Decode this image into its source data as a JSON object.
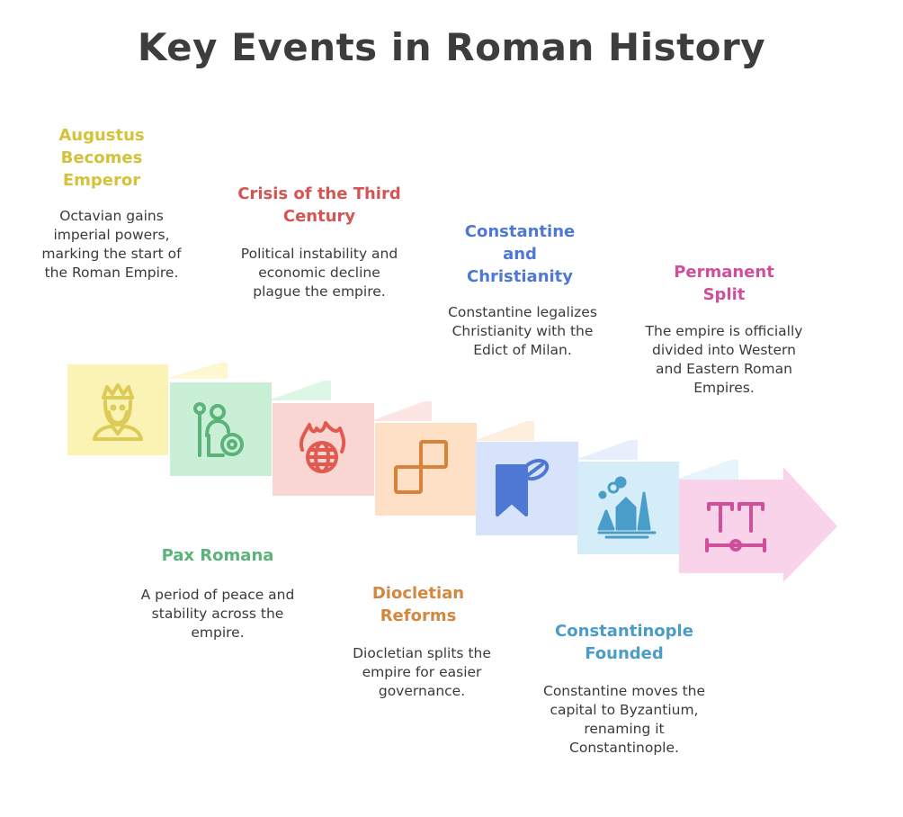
{
  "title": "Key Events in Roman History",
  "events": [
    {
      "label": "Augustus Becomes Emperor",
      "description": "Octavian gains imperial powers, marking the start of the Roman Empire.",
      "color": "#d4c23a",
      "fill": "#fbf3b4",
      "flap": "#fdf8d2",
      "icon": "emperor-icon",
      "icon_color": "#dccb56"
    },
    {
      "label": "Pax Romana",
      "description": "A period of peace and stability across the empire.",
      "color": "#5bb37a",
      "fill": "#c9f0d6",
      "flap": "#def6e5",
      "icon": "soldier-shield-icon",
      "icon_color": "#5bb37a"
    },
    {
      "label": "Crisis of the Third Century",
      "description": "Political instability and economic decline plague the empire.",
      "color": "#d65454",
      "fill": "#fad6d3",
      "flap": "#fce6e4",
      "icon": "burning-globe-icon",
      "icon_color": "#e05a50"
    },
    {
      "label": "Diocletian Reforms",
      "description": "Diocletian splits the empire for easier governance.",
      "color": "#d4873f",
      "fill": "#fde0c6",
      "flap": "#feeedd",
      "icon": "split-squares-icon",
      "icon_color": "#d9823a"
    },
    {
      "label": "Constantine and Christianity",
      "description": "Constantine legalizes Christianity with the Edict of Milan.",
      "color": "#4e78d3",
      "fill": "#d6e3fb",
      "flap": "#e7eefc",
      "icon": "bookmark-icon",
      "icon_color": "#4e78d3"
    },
    {
      "label": "Constantinople Founded",
      "description": "Constantine moves the capital to Byzantium, renaming it Constantinople.",
      "color": "#4a9cc9",
      "fill": "#d4edf8",
      "flap": "#e6f4fb",
      "icon": "city-icon",
      "icon_color": "#4a9cc9"
    },
    {
      "label": "Permanent Split",
      "description": "The empire is officially divided into Western and Eastern Roman Empires.",
      "color": "#cf4f9a",
      "fill": "#f8d3ea",
      "flap": "#fbe4f1",
      "icon": "split-text-icon",
      "icon_color": "#cf4f9a"
    }
  ]
}
